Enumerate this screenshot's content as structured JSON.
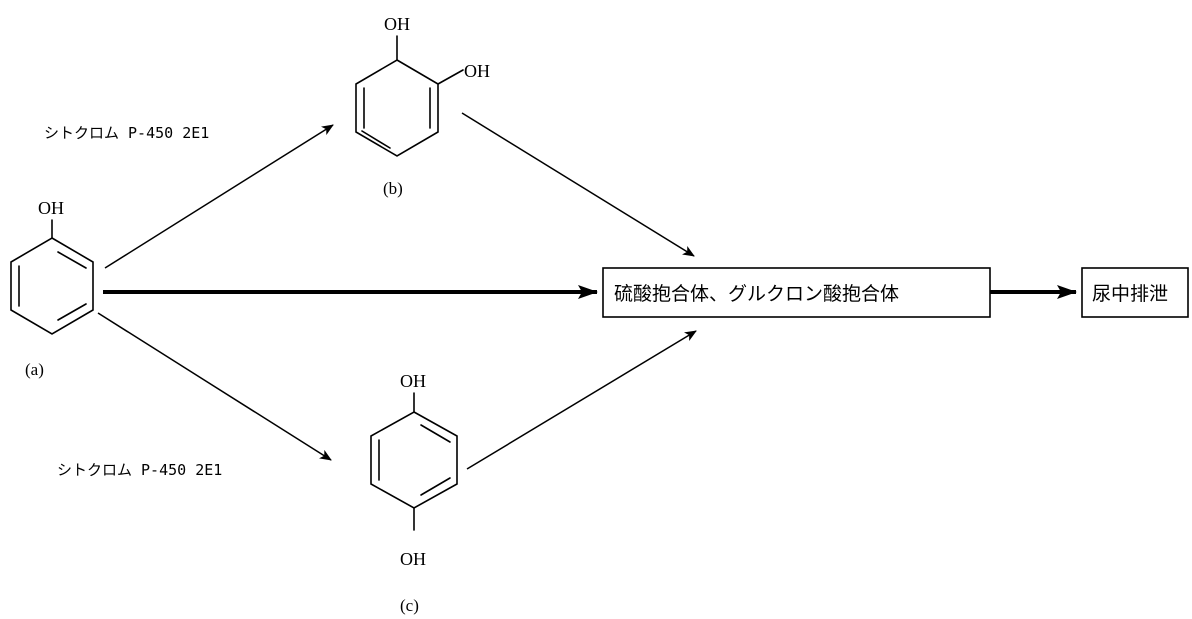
{
  "molecules": {
    "a": {
      "label": "(a)",
      "substituent": "OH"
    },
    "b": {
      "label": "(b)",
      "substituent_top": "OH",
      "substituent_right": "OH"
    },
    "c": {
      "label": "(c)",
      "substituent_top": "OH",
      "substituent_bottom": "OH"
    }
  },
  "enzymes": {
    "upper": "シトクロム P-450 2E1",
    "lower": "シトクロム P-450 2E1"
  },
  "boxes": {
    "conjugates": "硫酸抱合体、グルクロン酸抱合体",
    "excretion": "尿中排泄"
  }
}
